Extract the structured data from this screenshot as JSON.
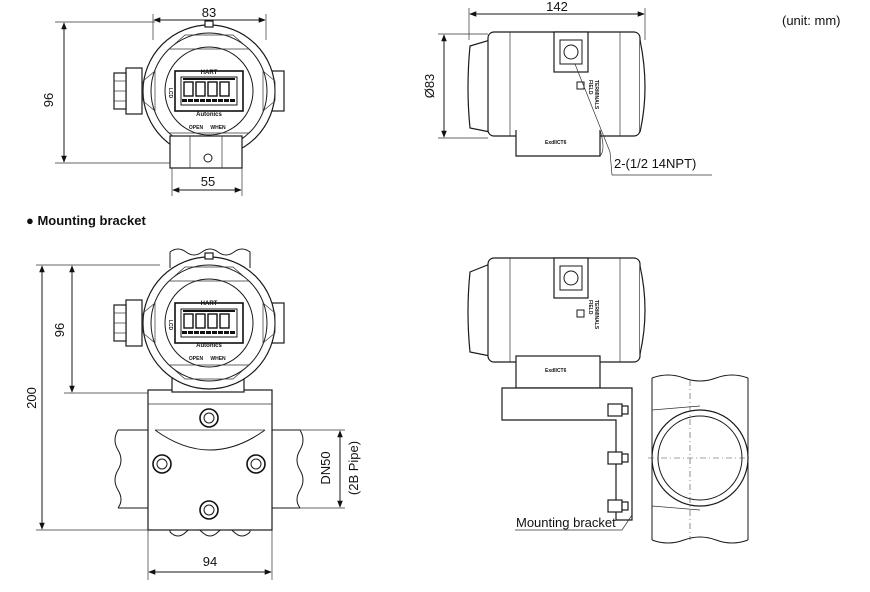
{
  "unit_note": "(unit: mm)",
  "section_heading": "● Mounting bracket",
  "top_front": {
    "width_dim": "83",
    "height_dim": "96",
    "base_dim": "55"
  },
  "top_side": {
    "length_dim": "142",
    "diameter_dim": "Ø83",
    "conduit_note": "2-(1/2 14NPT)"
  },
  "bottom_front": {
    "height_total_dim": "200",
    "height_head_dim": "96",
    "width_dim": "94",
    "pipe_dim": "DN50",
    "pipe_note": "(2B Pipe)"
  },
  "bottom_side": {
    "bracket_label": "Mounting bracket"
  },
  "device_labels": {
    "display": "HART",
    "brand": "Autonics",
    "open": "OPEN",
    "when": "WHEN",
    "lcd": "LCD",
    "field_terminals_1": "FIELD",
    "field_terminals_2": "TERMINALS",
    "ex_mark": "ExdIICT6"
  }
}
